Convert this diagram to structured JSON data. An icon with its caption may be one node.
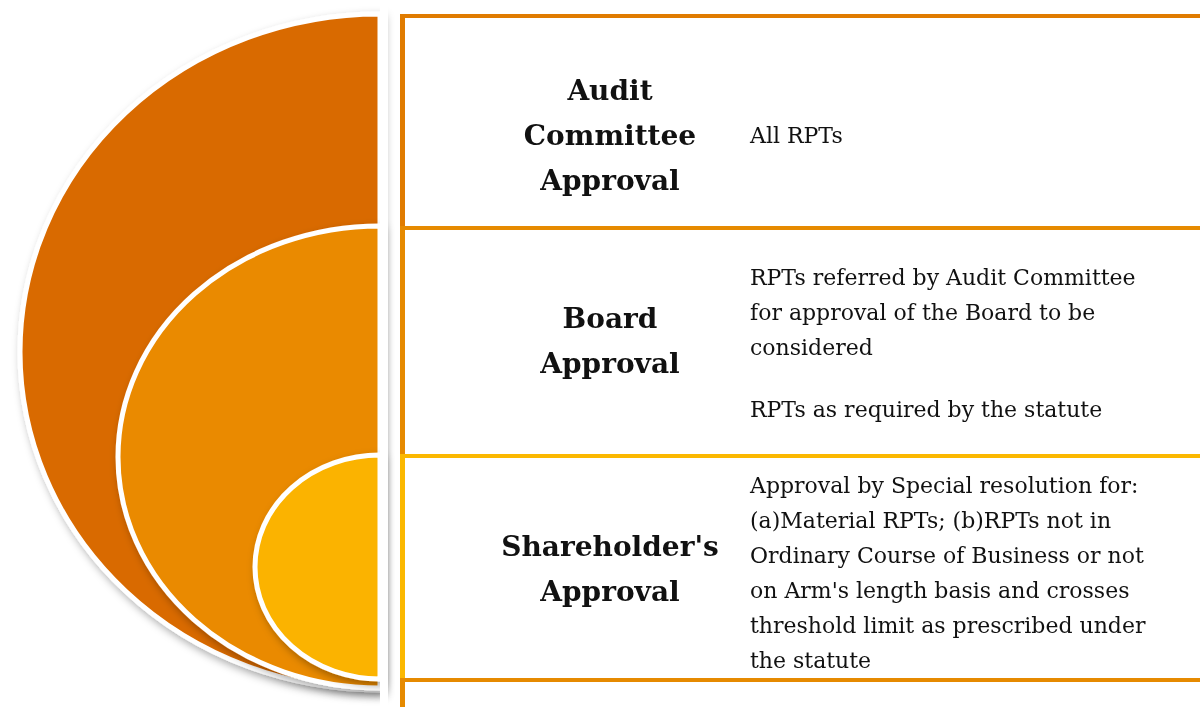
{
  "diagram": {
    "nodes": [
      {
        "text": [
          "Audit Committee Approval",
          "All RPTs"
        ]
      },
      {
        "text": [
          "Board Approval",
          "RPTs referred by Audit Committee for approval of the Board to be considered",
          "RPTs as required by the statute"
        ]
      },
      {
        "text": [
          "Shareholder's Approval",
          "Approval by Special resolution for: (a)Material RPTs; (b)RPTs not in Ordinary Course of Business or not on Arm's length basis and crosses threshold limit as prescribed under the statute"
        ]
      },
      {
        "text": [],
        "shape": "bar"
      }
    ],
    "edges": []
  }
}
